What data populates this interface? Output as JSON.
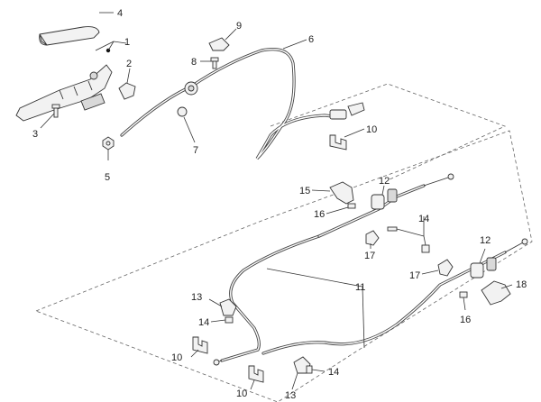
{
  "callouts": [
    "1",
    "2",
    "3",
    "4",
    "5",
    "6",
    "7",
    "8",
    "9",
    "10",
    "11",
    "12",
    "13",
    "14",
    "15",
    "16",
    "17",
    "18"
  ],
  "labels": {
    "l4": "4",
    "l1": "1",
    "l2": "2",
    "l3": "3",
    "l5": "5",
    "l7": "7",
    "l8": "8",
    "l9": "9",
    "l6": "6",
    "l10a": "10",
    "l12a": "12",
    "l15": "15",
    "l16a": "16",
    "l14a": "14",
    "l17a": "17",
    "l17b": "17",
    "l12b": "12",
    "l18": "18",
    "l16b": "16",
    "l11": "11",
    "l13a": "13",
    "l14b": "14",
    "l10b": "10",
    "l10c": "10",
    "l13b": "13",
    "l14c": "14"
  }
}
